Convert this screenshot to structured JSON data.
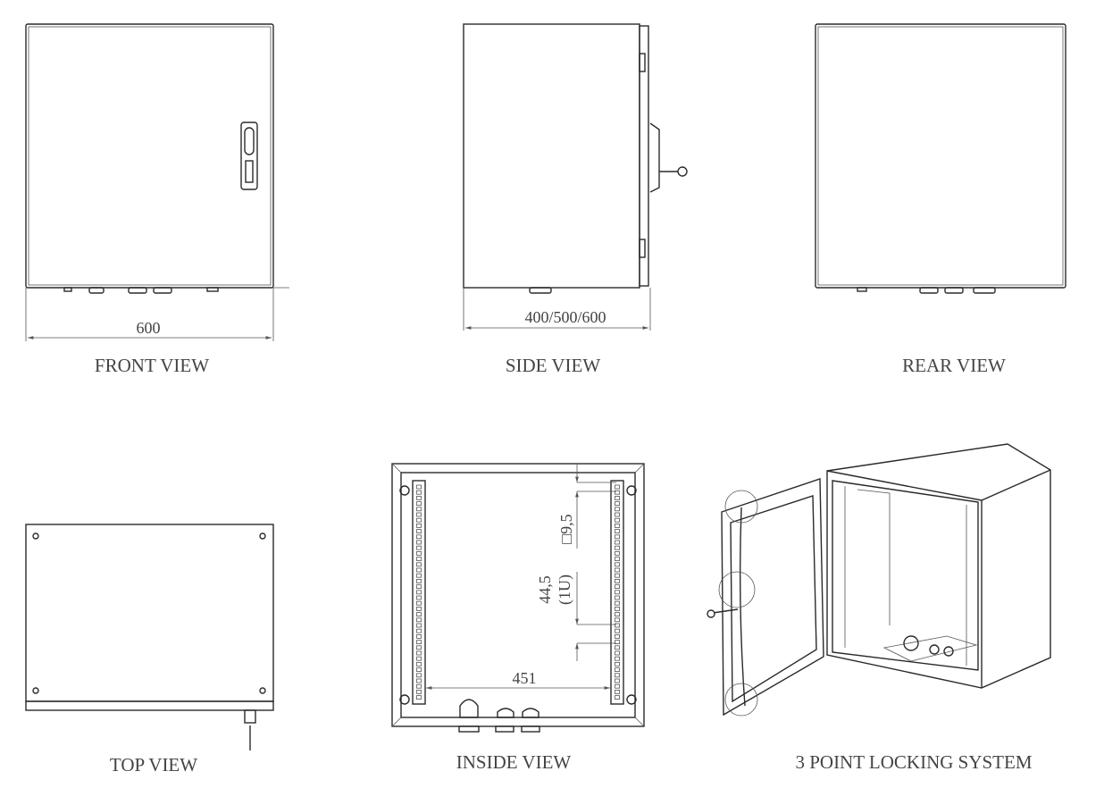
{
  "views": {
    "front": {
      "caption": "FRONT VIEW",
      "dimension": "600"
    },
    "side": {
      "caption": "SIDE VIEW",
      "dimension": "400/500/600"
    },
    "rear": {
      "caption": "REAR VIEW"
    },
    "top": {
      "caption": "TOP VIEW"
    },
    "inside": {
      "caption": "INSIDE VIEW",
      "dimension_width": "451",
      "dimension_hole": "□9,5",
      "dimension_pitch": "44,5",
      "dimension_unit": "(1U)"
    },
    "iso": {
      "caption": "3 POINT LOCKING SYSTEM"
    }
  },
  "colors": {
    "line": "#2a2a2a",
    "text": "#444444"
  }
}
